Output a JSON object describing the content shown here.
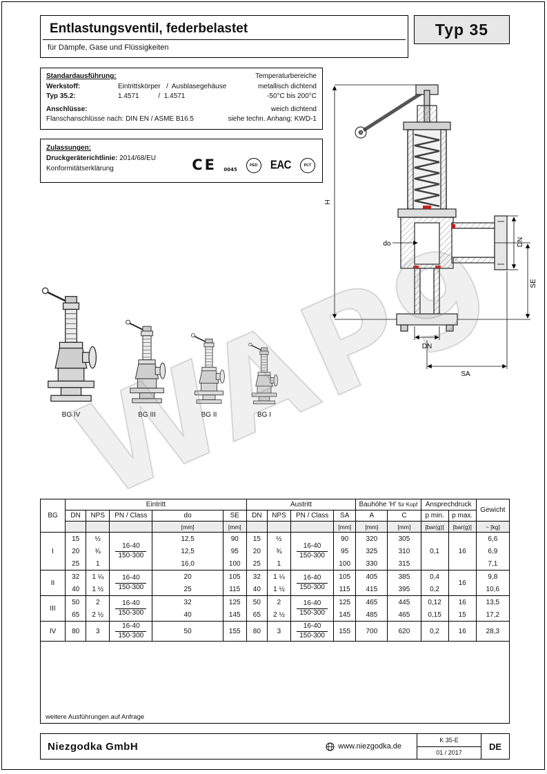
{
  "watermark": {
    "text": "WAP9"
  },
  "header": {
    "title": "Entlastungsventil, federbelastet",
    "subtitle": "für Dämpfe, Gase und Flüssigkeiten",
    "type_label": "Typ 35"
  },
  "standard": {
    "heading": "Standardausführung:",
    "temp_heading": "Temperaturbereiche",
    "werkstoff_label": "Werkstoff:",
    "werkstoff_value": "Eintrittskörper   /  Ausblasegehäuse",
    "metallisch": "metallisch dichtend",
    "typ_label": "Typ 35.2:",
    "typ_value": "1.4571          /  1.4571",
    "temp_value": "-50°C bis 200°C",
    "anschluesse_label": "Anschlüsse:",
    "weich": "weich dichtend",
    "flansch_text": "Flanschanschlüsse nach: DIN EN / ASME B16.5",
    "anhang": "siehe techn. Anhang: KWD-1"
  },
  "zulassungen": {
    "heading": "Zulassungen:",
    "richtlinie_label": "Druckgeräterichtlinie:",
    "richtlinie_value": "2014/68/EU",
    "konformitaet": "Konformitätserklärung",
    "ce_text": "CE",
    "ce_number": "0045",
    "ped_text": "PED",
    "eac_text": "EAC",
    "gost_text": "РСТ"
  },
  "drawing": {
    "dim_h": "H",
    "dim_do": "do",
    "dim_dn_bottom": "DN",
    "dim_dn_right": "DN",
    "dim_se": "SE",
    "dim_sa": "SA"
  },
  "sizes": {
    "labels": [
      "BG IV",
      "BG III",
      "BG II",
      "BG I"
    ]
  },
  "table": {
    "headers": {
      "bg": "BG",
      "eintritt": "Eintritt",
      "austritt": "Austritt",
      "bauhoehe": "Bauhöhe 'H'",
      "fuer_kopf": "für Kopf",
      "ansprechdruck": "Ansprechdruck",
      "gewicht": "Gewicht",
      "dn": "DN",
      "nps": "NPS",
      "pn_class": "PN / Class",
      "do": "do",
      "se": "SE",
      "sa": "SA",
      "a": "A",
      "c": "C",
      "p_min": "p min.",
      "p_max": "p max.",
      "unit_mm": "[mm]",
      "unit_bar": "[bar(g)]",
      "unit_kg": "~ [kg]"
    },
    "groups": [
      {
        "bg": "I",
        "pn_top": "16-40",
        "pn_bottom": "150-300",
        "p_min": "0,1",
        "p_max": "16",
        "rows": [
          {
            "dn": "15",
            "nps": "½",
            "do": "12,5",
            "se": "90",
            "sa": "90",
            "a": "320",
            "c": "305",
            "kg": "6,6"
          },
          {
            "dn": "20",
            "nps": "¾",
            "do": "12,5",
            "se": "95",
            "sa": "95",
            "a": "325",
            "c": "310",
            "kg": "6,9"
          },
          {
            "dn": "25",
            "nps": "1",
            "do": "16,0",
            "se": "100",
            "sa": "100",
            "a": "330",
            "c": "315",
            "kg": "7,1"
          }
        ]
      },
      {
        "bg": "II",
        "pn_top": "16-40",
        "pn_bottom": "150-300",
        "p_max": "16",
        "rows": [
          {
            "dn": "32",
            "nps": "1 ¼",
            "do": "20",
            "se": "105",
            "sa": "105",
            "a": "405",
            "c": "385",
            "p_min": "0,4",
            "kg": "9,8"
          },
          {
            "dn": "40",
            "nps": "1 ½",
            "do": "25",
            "se": "115",
            "sa": "115",
            "a": "415",
            "c": "395",
            "p_min": "0,2",
            "kg": "10,6"
          }
        ]
      },
      {
        "bg": "III",
        "pn_top": "16-40",
        "pn_bottom": "150-300",
        "rows": [
          {
            "dn": "50",
            "nps": "2",
            "do": "32",
            "se": "125",
            "sa": "125",
            "a": "465",
            "c": "445",
            "p_min": "0,12",
            "p_max": "16",
            "kg": "13,5"
          },
          {
            "dn": "65",
            "nps": "2 ½",
            "do": "40",
            "se": "145",
            "sa": "145",
            "a": "485",
            "c": "465",
            "p_min": "0,15",
            "p_max": "15",
            "kg": "17,2"
          }
        ]
      },
      {
        "bg": "IV",
        "pn_top": "16-40",
        "pn_bottom": "150-300",
        "rows": [
          {
            "dn": "80",
            "nps": "3",
            "do": "50",
            "se": "155",
            "sa": "155",
            "a": "700",
            "c": "620",
            "p_min": "0,2",
            "p_max": "16",
            "kg": "28,3"
          }
        ]
      }
    ],
    "note": "weitere Ausführungen auf Anfrage"
  },
  "footer": {
    "company": "Niezgodka GmbH",
    "website": "www.niezgodka.de",
    "doc_code": "K 35-E",
    "doc_date": "01 / 2017",
    "lang": "DE"
  }
}
